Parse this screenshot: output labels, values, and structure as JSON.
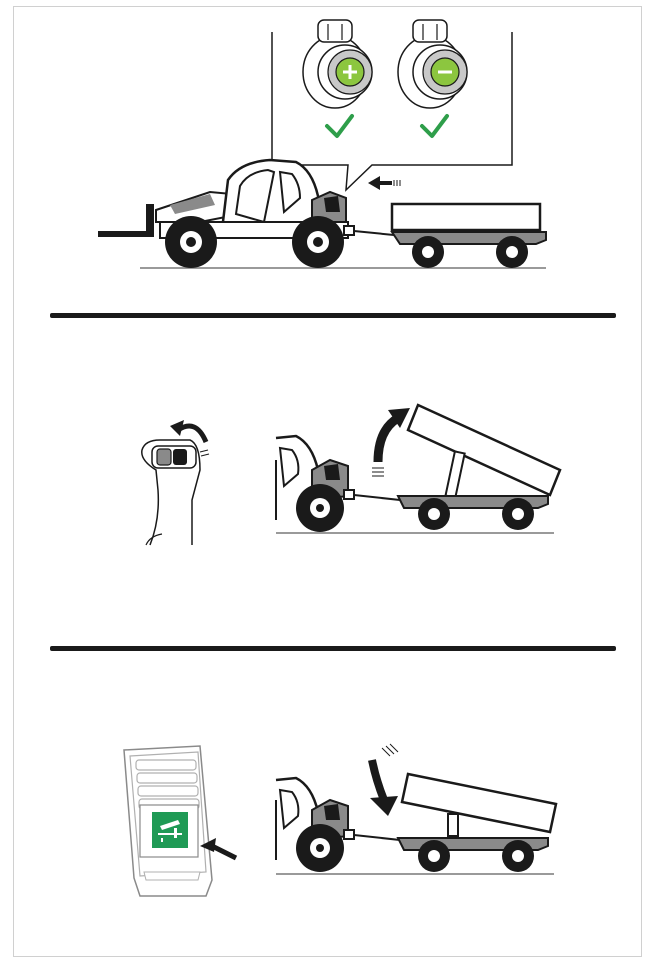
{
  "colors": {
    "ink": "#1a1a1a",
    "gray_fill": "#8a8a8a",
    "light_gray": "#c8c8c8",
    "green_button": "#8cc63f",
    "green_check": "#2e9e4a",
    "green_panel": "#1f9a55",
    "frame_border": "#d0d0d0"
  },
  "icons": {
    "plus_button": "plus-icon",
    "minus_button": "minus-icon",
    "check": "checkmark-icon",
    "arrow": "arrow-icon",
    "curved_arrow": "curved-arrow-icon",
    "tipper_symbol": "tipping-trailer-icon"
  },
  "steps": [
    {
      "id": "step-1",
      "description_key": "connect-trailer-hydraulics"
    },
    {
      "id": "step-2",
      "description_key": "tip-trailer-with-joystick"
    },
    {
      "id": "step-3",
      "description_key": "lower-trailer-with-switch"
    }
  ]
}
